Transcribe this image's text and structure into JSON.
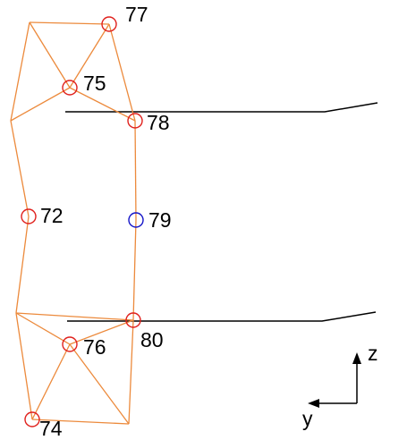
{
  "colors": {
    "truss_edge": "#ec8a3c",
    "beam_line": "#000000",
    "node_default": "#e0201c",
    "node_highlight": "#1515c8",
    "text": "#000000"
  },
  "nodes": [
    {
      "id": "77",
      "label": "77",
      "highlight": false
    },
    {
      "id": "75",
      "label": "75",
      "highlight": false
    },
    {
      "id": "78",
      "label": "78",
      "highlight": false
    },
    {
      "id": "72",
      "label": "72",
      "highlight": false
    },
    {
      "id": "79",
      "label": "79",
      "highlight": true
    },
    {
      "id": "80",
      "label": "80",
      "highlight": false
    },
    {
      "id": "76",
      "label": "76",
      "highlight": false
    },
    {
      "id": "74",
      "label": "74",
      "highlight": false
    }
  ],
  "axes": {
    "z_label": "z",
    "y_label": "y"
  }
}
